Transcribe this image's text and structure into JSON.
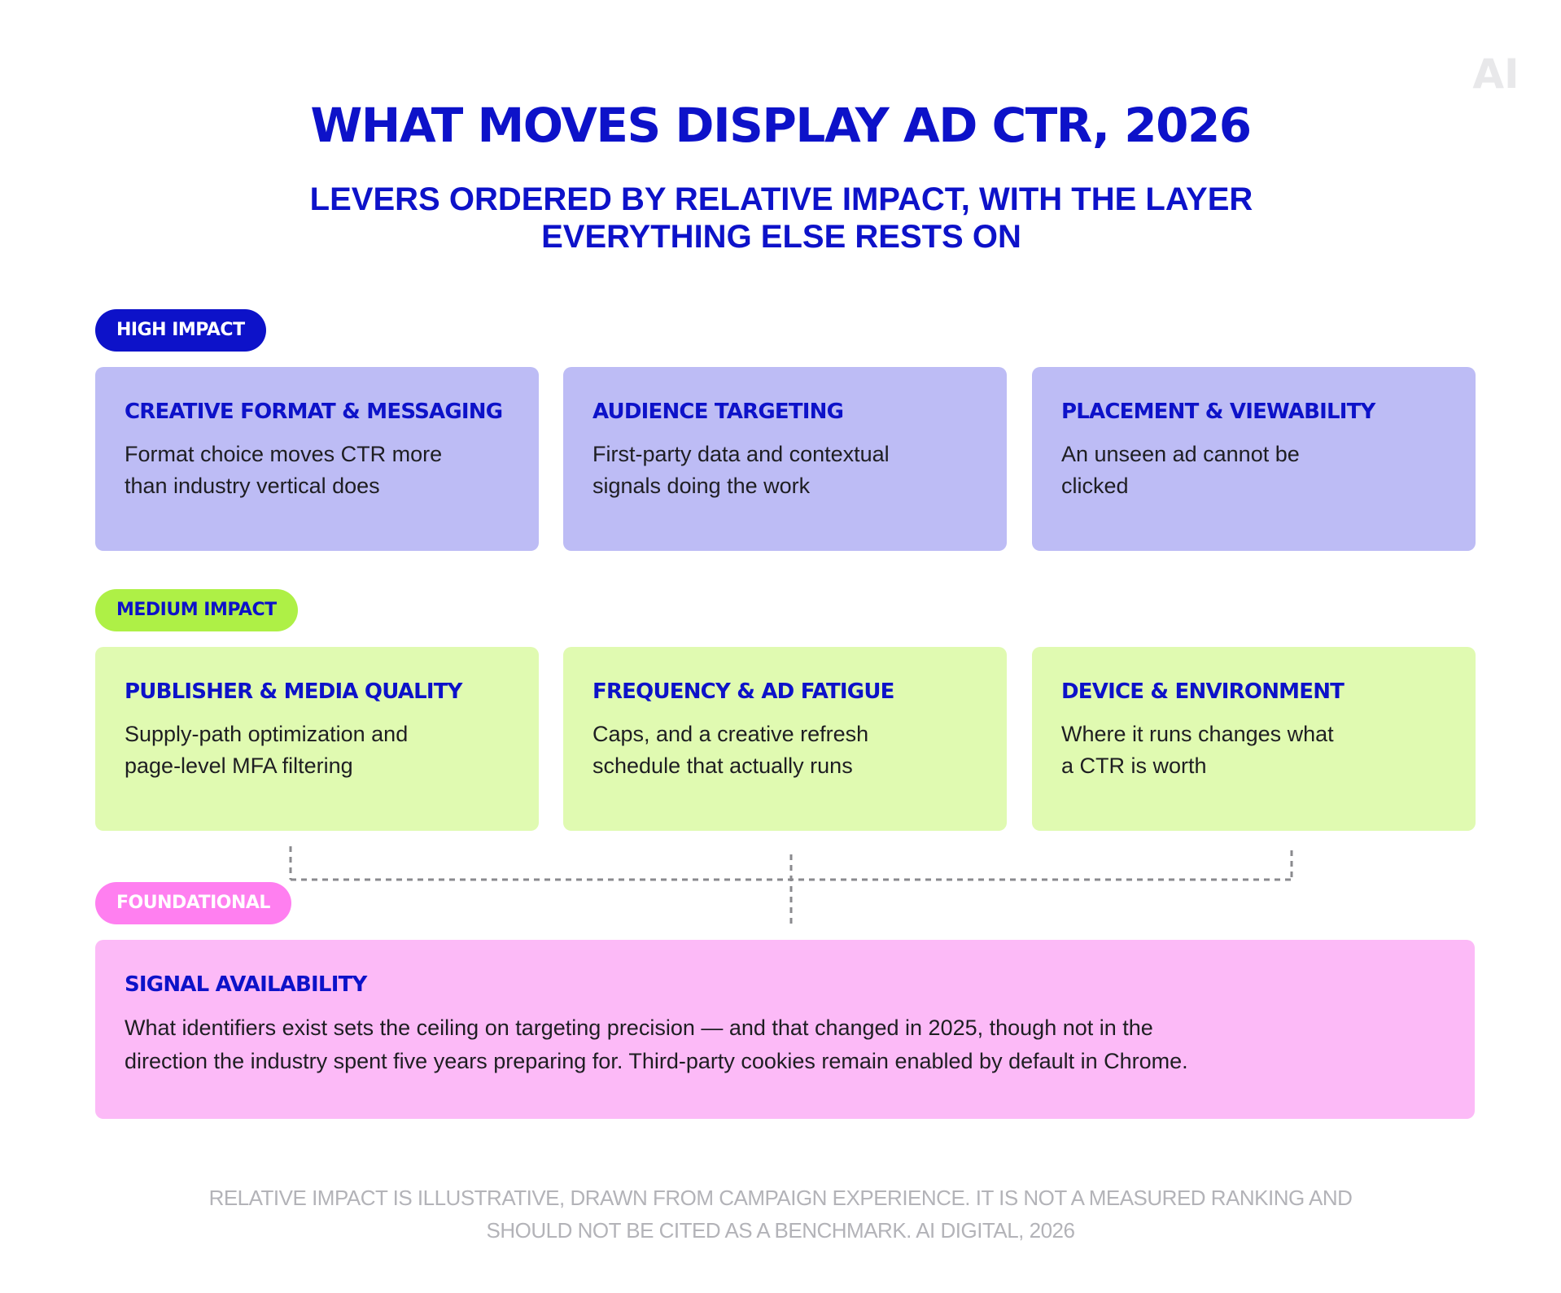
{
  "logo": {
    "text": "AI",
    "color": "#e8e8ea"
  },
  "title": "WHAT MOVES DISPLAY AD CTR, 2026",
  "subtitle": {
    "line1": "LEVERS ORDERED BY RELATIVE IMPACT, WITH THE LAYER",
    "line2": "EVERYTHING ELSE RESTS ON"
  },
  "tiers": {
    "high": {
      "label": "HIGH IMPACT",
      "color": "#0d12c9",
      "cards": [
        {
          "title": "CREATIVE FORMAT & MESSAGING",
          "desc_line1": "Format choice moves CTR more",
          "desc_line2": "than industry vertical does"
        },
        {
          "title": "AUDIENCE TARGETING",
          "desc_line1": "First-party data and contextual",
          "desc_line2": "signals doing the work"
        },
        {
          "title": "PLACEMENT & VIEWABILITY",
          "desc_line1": "An unseen ad cannot be",
          "desc_line2": "clicked"
        }
      ]
    },
    "medium": {
      "label": "MEDIUM IMPACT",
      "color": "#aef046",
      "cards": [
        {
          "title": "PUBLISHER & MEDIA QUALITY",
          "desc_line1": "Supply-path optimization and",
          "desc_line2": "page-level MFA filtering"
        },
        {
          "title": "FREQUENCY & AD FATIGUE",
          "desc_line1": "Caps, and a creative refresh",
          "desc_line2": "schedule that actually runs"
        },
        {
          "title": "DEVICE & ENVIRONMENT",
          "desc_line1": "Where it runs changes what",
          "desc_line2": "a CTR is worth"
        }
      ]
    },
    "foundational": {
      "label": "FOUNDATIONAL",
      "color": "#ff7ff0",
      "card": {
        "title": "SIGNAL AVAILABILITY",
        "desc_line1": "What identifiers exist sets the ceiling on targeting precision — and that changed in 2025, though not in the",
        "desc_line2": "direction the industry spent five years preparing for. Third-party cookies remain enabled by default in Chrome."
      }
    }
  },
  "footer": {
    "line1": "RELATIVE IMPACT IS ILLUSTRATIVE, DRAWN FROM CAMPAIGN EXPERIENCE. IT IS NOT A MEASURED RANKING AND",
    "line2": "SHOULD NOT BE CITED AS A BENCHMARK. AI DIGITAL, 2026"
  }
}
